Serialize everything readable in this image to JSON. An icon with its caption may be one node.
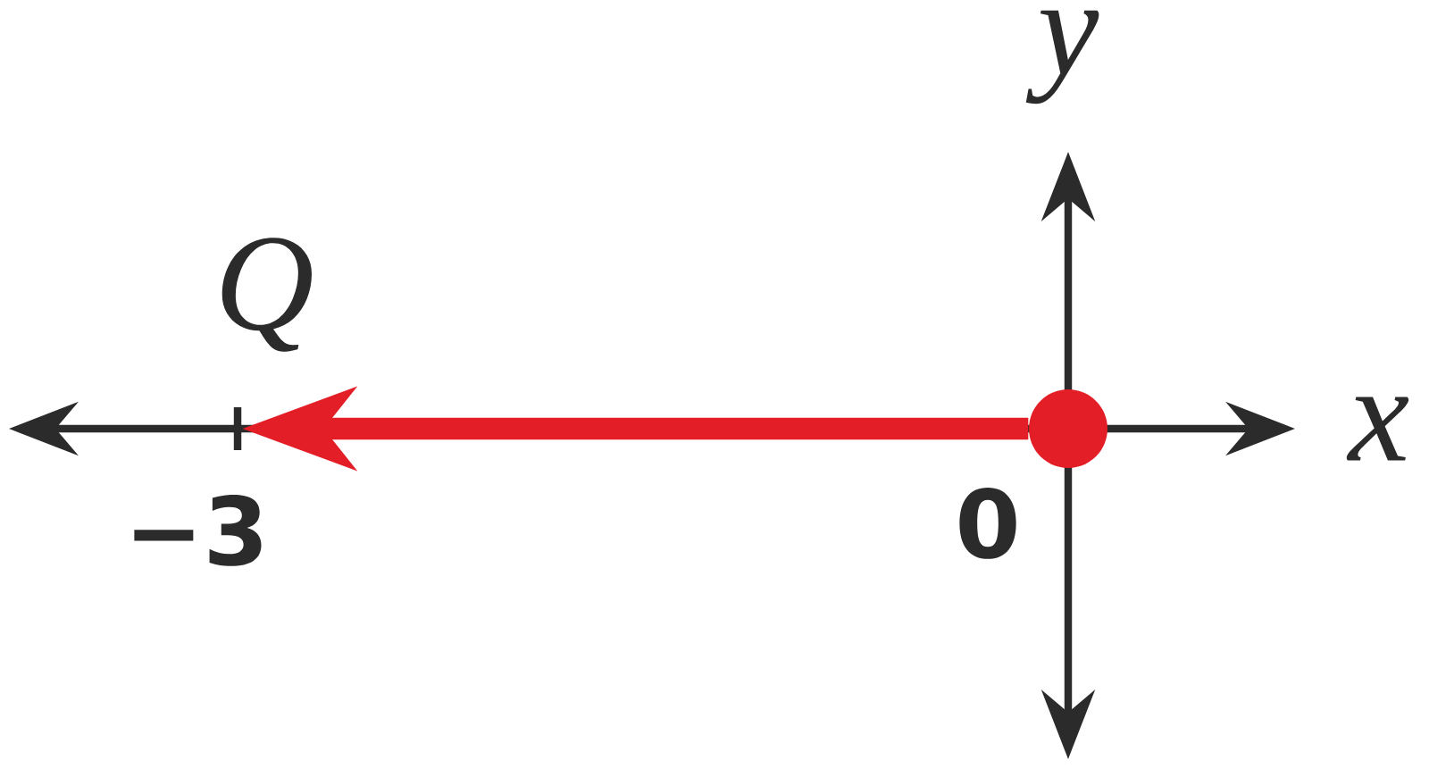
{
  "diagram": {
    "nodes": [
      {
        "text": [],
        "shape": "bar"
      },
      {
        "text": [],
        "shape": "circle"
      }
    ],
    "edges": [
      {
        "from": 1,
        "to": 0,
        "arrow": "to",
        "color": "#e31e26"
      }
    ],
    "labels": [
      "y",
      "Q",
      "x",
      "−3",
      "0"
    ]
  }
}
